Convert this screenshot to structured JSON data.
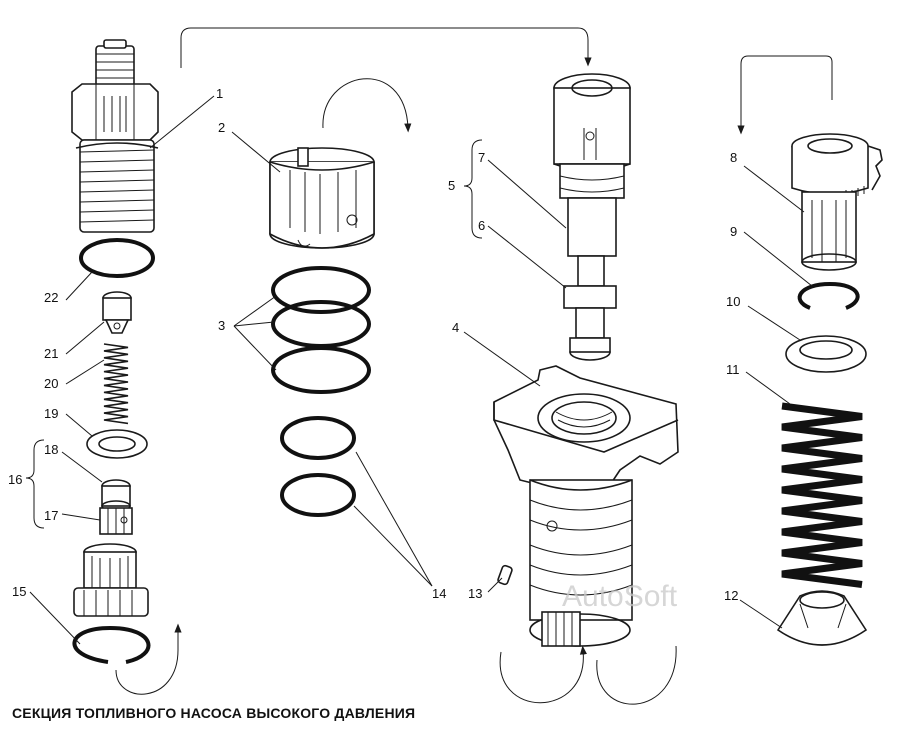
{
  "caption": "СЕКЦИЯ ТОПЛИВНОГО НАСОСА ВЫСОКОГО ДАВЛЕНИЯ",
  "watermark": "AutoSoft",
  "colors": {
    "ink": "#1a1a1a",
    "background": "#ffffff",
    "watermark": "#c8c8c8"
  },
  "callouts": [
    {
      "id": "1",
      "text": "1"
    },
    {
      "id": "2",
      "text": "2"
    },
    {
      "id": "3",
      "text": "3"
    },
    {
      "id": "4",
      "text": "4"
    },
    {
      "id": "5",
      "text": "5"
    },
    {
      "id": "6",
      "text": "6"
    },
    {
      "id": "7",
      "text": "7"
    },
    {
      "id": "8",
      "text": "8"
    },
    {
      "id": "9",
      "text": "9"
    },
    {
      "id": "10",
      "text": "10"
    },
    {
      "id": "11",
      "text": "11"
    },
    {
      "id": "12",
      "text": "12"
    },
    {
      "id": "13",
      "text": "13"
    },
    {
      "id": "14",
      "text": "14"
    },
    {
      "id": "15",
      "text": "15"
    },
    {
      "id": "16",
      "text": "16"
    },
    {
      "id": "17",
      "text": "17"
    },
    {
      "id": "18",
      "text": "18"
    },
    {
      "id": "19",
      "text": "19"
    },
    {
      "id": "20",
      "text": "20"
    },
    {
      "id": "21",
      "text": "21"
    },
    {
      "id": "22",
      "text": "22"
    }
  ]
}
